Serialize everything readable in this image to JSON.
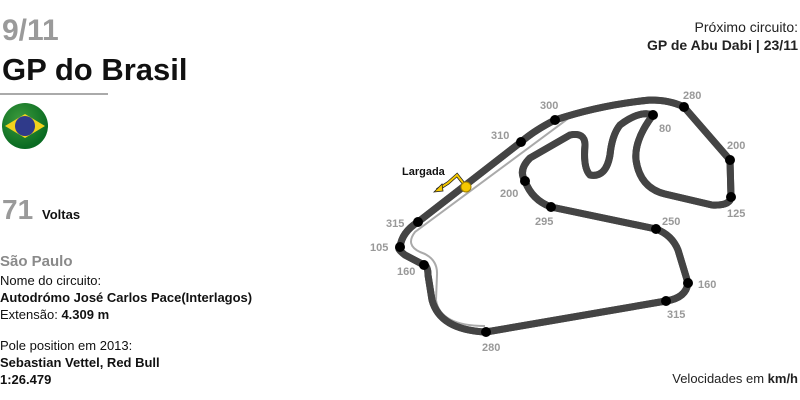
{
  "header": {
    "round": "9/11",
    "title": "GP do Brasil"
  },
  "flag": {
    "country": "Brasil",
    "icon": "brazil-flag-icon"
  },
  "laps": {
    "count": "71",
    "label": "Voltas"
  },
  "circuit": {
    "city": "São Paulo",
    "name_label": "Nome do circuito:",
    "name": "Autodrómo José Carlos Pace(Interlagos)",
    "length_label": "Extensão:",
    "length": "4.309 m"
  },
  "pole": {
    "label": "Pole position em 2013:",
    "driver": "Sebastian Vettel, Red Bull",
    "time": "1:26.479"
  },
  "next": {
    "label": "Próximo circuito:",
    "value": "GP de Abu Dabi | 23/11"
  },
  "map": {
    "start_label": "Largada",
    "speeds": [
      "315",
      "310",
      "300",
      "280",
      "80",
      "200",
      "125",
      "200",
      "295",
      "250",
      "160",
      "315",
      "280",
      "160",
      "105"
    ],
    "unit_label": "Velocidades em",
    "unit": "km/h",
    "start_color": "#f5c800"
  }
}
